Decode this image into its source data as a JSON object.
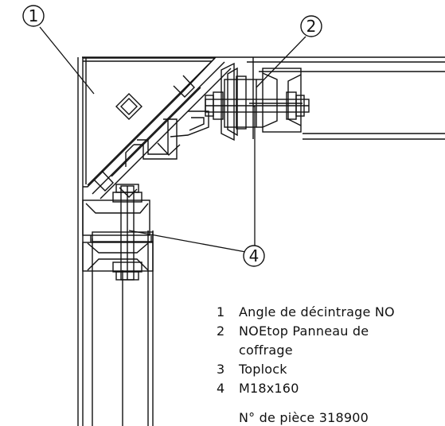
{
  "callouts": [
    {
      "number": "1"
    },
    {
      "number": "2"
    },
    {
      "number": "4"
    }
  ],
  "legend": [
    {
      "num": "1",
      "lines": [
        "Angle de décintrage NO"
      ]
    },
    {
      "num": "2",
      "lines": [
        "NOEtop Panneau de",
        "coffrage"
      ]
    },
    {
      "num": "3",
      "lines": [
        "Toplock"
      ]
    },
    {
      "num": "4",
      "lines": [
        "M18x160",
        "N° de pièce 318900"
      ]
    }
  ],
  "colors": {
    "line": "#111111",
    "background": "#ffffff"
  }
}
